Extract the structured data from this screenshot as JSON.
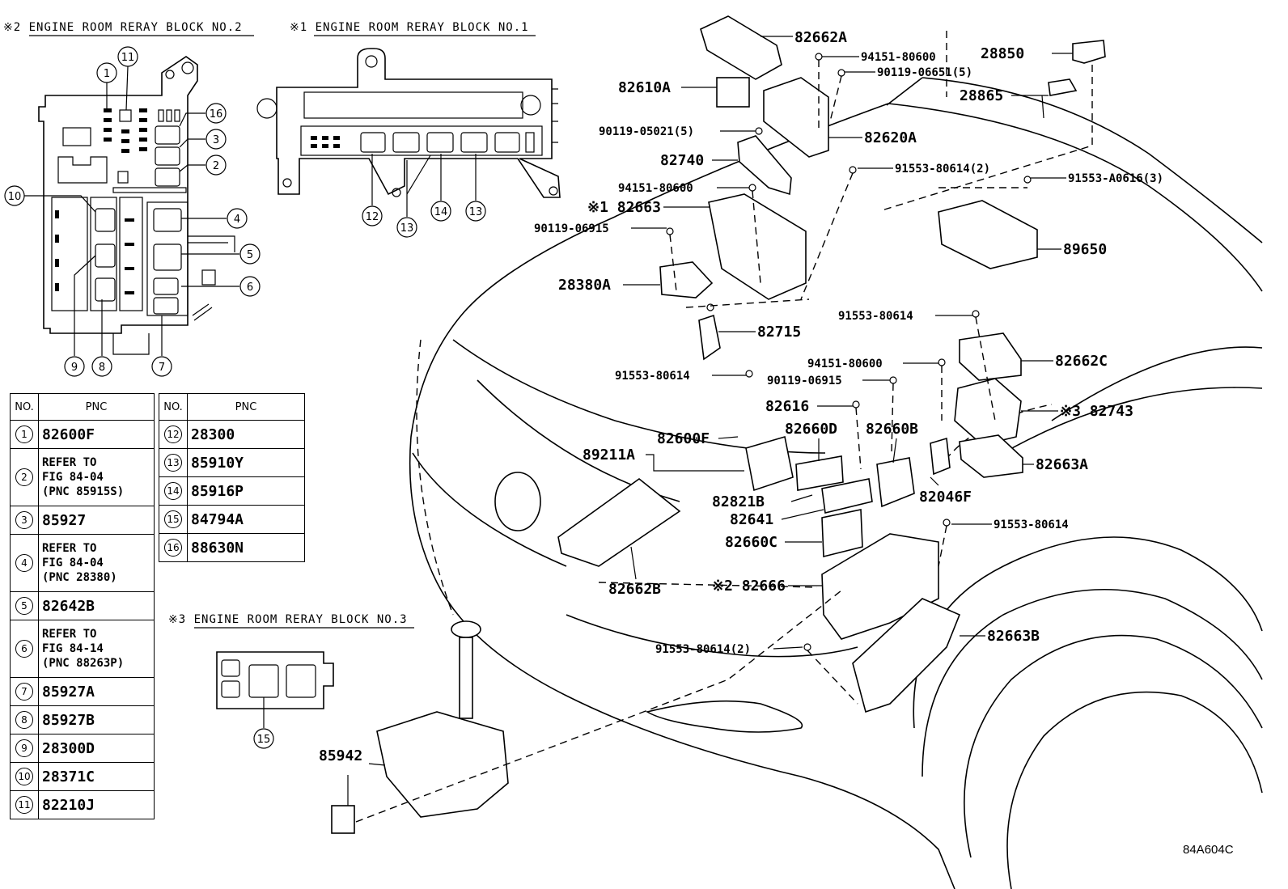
{
  "headers": {
    "block2": "※2 ENGINE ROOM RERAY BLOCK NO.2",
    "block1": "※1 ENGINE ROOM RERAY BLOCK NO.1",
    "block3": "※3 ENGINE ROOM RERAY BLOCK NO.3"
  },
  "block2_callouts": [
    "1",
    "11",
    "16",
    "3",
    "2",
    "10",
    "4",
    "5",
    "6",
    "9",
    "8",
    "7"
  ],
  "block1_callouts": [
    "12",
    "13",
    "14",
    "13"
  ],
  "block3_callouts": [
    "15"
  ],
  "legend": {
    "col_no": "NO.",
    "col_pnc": "PNC",
    "left": [
      {
        "no": "1",
        "pnc": "82600F"
      },
      {
        "no": "2",
        "pnc": "REFER TO\nFIG 84-04\n(PNC 85915S)"
      },
      {
        "no": "3",
        "pnc": "85927"
      },
      {
        "no": "4",
        "pnc": "REFER TO\nFIG 84-04\n(PNC 28380)"
      },
      {
        "no": "5",
        "pnc": "82642B"
      },
      {
        "no": "6",
        "pnc": "REFER TO\nFIG 84-14\n(PNC 88263P)"
      },
      {
        "no": "7",
        "pnc": "85927A"
      },
      {
        "no": "8",
        "pnc": "85927B"
      },
      {
        "no": "9",
        "pnc": "28300D"
      },
      {
        "no": "10",
        "pnc": "28371C"
      },
      {
        "no": "11",
        "pnc": "82210J"
      }
    ],
    "right": [
      {
        "no": "12",
        "pnc": "28300"
      },
      {
        "no": "13",
        "pnc": "85910Y"
      },
      {
        "no": "14",
        "pnc": "85916P"
      },
      {
        "no": "15",
        "pnc": "84794A"
      },
      {
        "no": "16",
        "pnc": "88630N"
      }
    ]
  },
  "parts": {
    "p82662A": "82662A",
    "p94151_80600_top": "94151-80600",
    "p28850": "28850",
    "p90119_06651": "90119-06651(5)",
    "p82610A": "82610A",
    "p28865": "28865",
    "p90119_05021": "90119-05021(5)",
    "p82620A": "82620A",
    "p82740": "82740",
    "p94151_80600_mid": "94151-80600",
    "p91553_80614_2a": "91553-80614(2)",
    "p91553_A0616": "91553-A0616(3)",
    "p82663": "※1 82663",
    "p90119_06915_a": "90119-06915",
    "p89650": "89650",
    "p28380A": "28380A",
    "p91553_80614_a": "91553-80614",
    "p82715": "82715",
    "p94151_80600_low": "94151-80600",
    "p82662C": "82662C",
    "p91553_80614_b": "91553-80614",
    "p90119_06915_b": "90119-06915",
    "p82616": "82616",
    "p82743": "※3 82743",
    "p82660D": "82660D",
    "p82660B": "82660B",
    "p89211A": "89211A",
    "p82600F": "82600F",
    "p82663A": "82663A",
    "p82821B": "82821B",
    "p82046F": "82046F",
    "p82641": "82641",
    "p91553_80614_c": "91553-80614",
    "p82660C": "82660C",
    "p82666": "※2 82666",
    "p82662B": "82662B",
    "p91553_80614_2b": "91553-80614(2)",
    "p82663B": "82663B",
    "p85942": "85942"
  },
  "figure_ref": "84A604C"
}
